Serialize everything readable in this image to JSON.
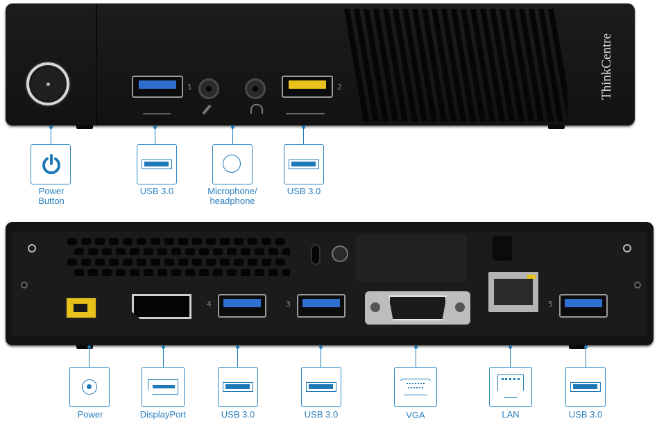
{
  "front_panel": {
    "brand": "ThinkCentre",
    "port_numbers": [
      "1",
      "2"
    ]
  },
  "rear_panel": {
    "port_numbers": [
      "4",
      "3",
      "5"
    ]
  },
  "front_labels": {
    "power_button": "Power\nButton",
    "usb_left": "USB 3.0",
    "audio": "Microphone/\nheadphone",
    "usb_right": "USB 3.0"
  },
  "rear_labels": {
    "power": "Power",
    "displayport": "DisplayPort",
    "usb_4": "USB 3.0",
    "usb_3": "USB 3.0",
    "vga": "VGA",
    "lan": "LAN",
    "usb_5": "USB 3.0"
  },
  "colors": {
    "accent": "#1d78b8",
    "chassis": "#151515",
    "usb_blue": "#2f6fcf",
    "usb_yellow": "#e6c21a"
  },
  "icons": [
    "power-icon",
    "usb-port-icon",
    "audio-jack-icon",
    "dc-power-icon",
    "displayport-icon",
    "vga-icon",
    "ethernet-icon"
  ]
}
